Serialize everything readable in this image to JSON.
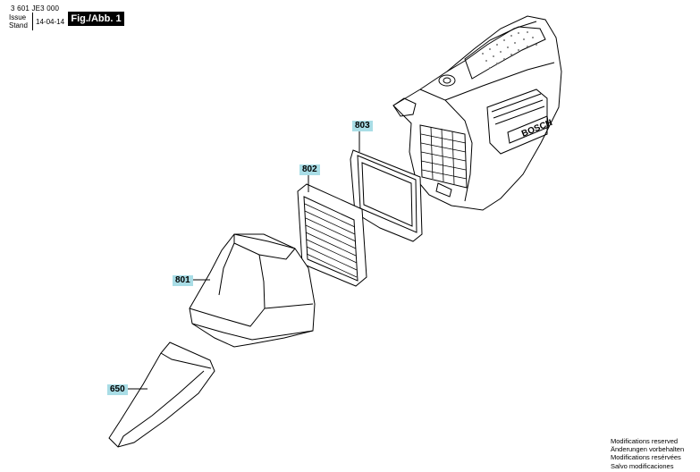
{
  "header": {
    "doc_number": "3 601 JE3 000",
    "issue_label_1": "Issue",
    "issue_label_2": "Stand",
    "issue_date": "14-04-14",
    "figure_label": "Fig./Abb. 1"
  },
  "callouts": [
    {
      "number": "803"
    },
    {
      "number": "802"
    },
    {
      "number": "801"
    },
    {
      "number": "650"
    }
  ],
  "brand_text": "BOSCH",
  "notes": [
    "Modifications reserved",
    "Änderungen vorbehalten",
    "Modifications resérvées",
    "Salvo modificaciones"
  ],
  "colors": {
    "callout_bg": "#a9dde6",
    "line": "#000000"
  }
}
